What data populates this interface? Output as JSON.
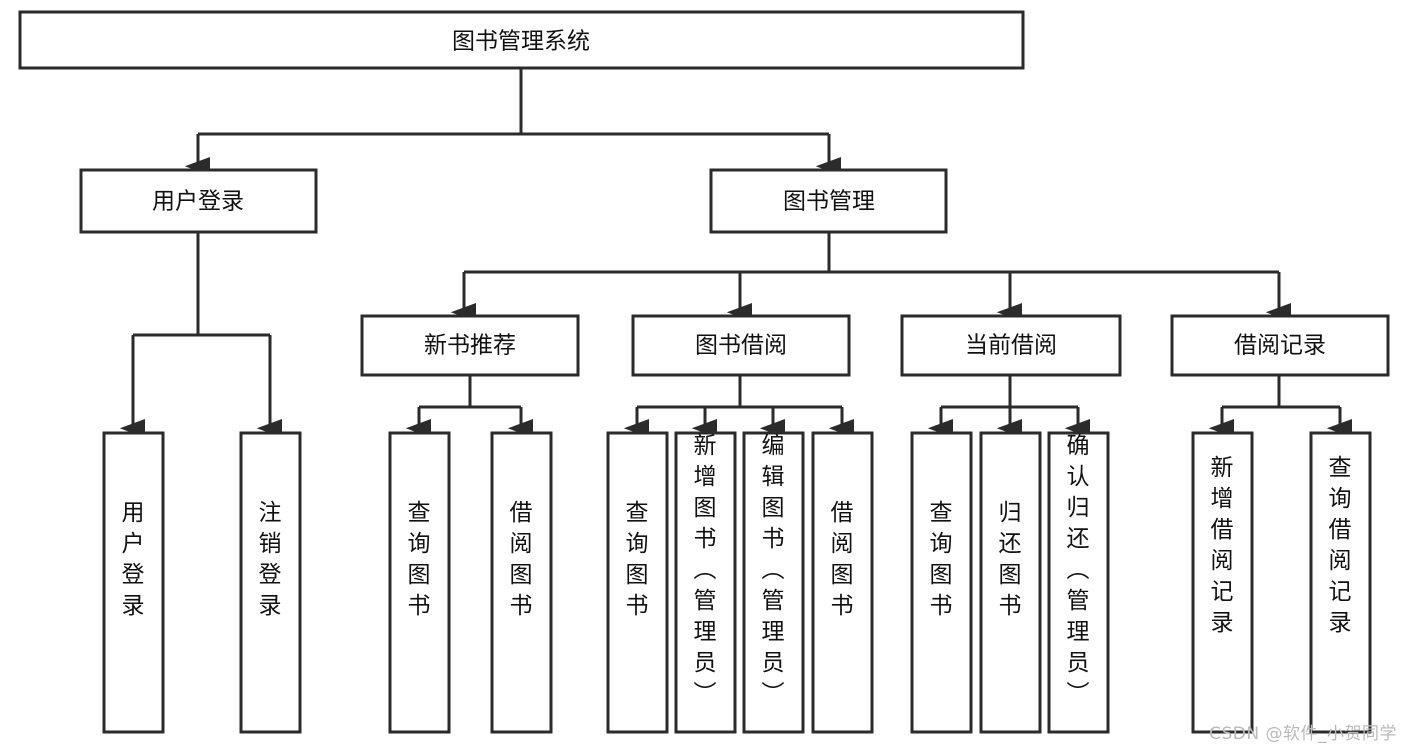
{
  "diagram": {
    "type": "tree-hierarchy-flowchart",
    "title": "图书管理系统",
    "arrow_style": "solid-filled-triangle",
    "box_fill": "#ffffff",
    "box_stroke": "#2b2b2b",
    "text_color": "#111111",
    "background": "#ffffff",
    "root": {
      "id": "root",
      "label": "图书管理系统"
    },
    "level2": [
      {
        "id": "user-login",
        "label": "用户登录"
      },
      {
        "id": "book-manage",
        "label": "图书管理"
      }
    ],
    "level3": [
      {
        "id": "new-book-recommend",
        "label": "新书推荐",
        "parent": "book-manage"
      },
      {
        "id": "book-borrow",
        "label": "图书借阅",
        "parent": "book-manage"
      },
      {
        "id": "current-borrow",
        "label": "当前借阅",
        "parent": "book-manage"
      },
      {
        "id": "borrow-record",
        "label": "借阅记录",
        "parent": "book-manage"
      }
    ],
    "leaves": [
      {
        "id": "leaf-user-login",
        "label": "用户登录",
        "parent": "user-login"
      },
      {
        "id": "leaf-user-logout",
        "label": "注销登录",
        "parent": "user-login"
      },
      {
        "id": "leaf-query-book-1",
        "label": "查询图书",
        "parent": "new-book-recommend"
      },
      {
        "id": "leaf-borrow-book-1",
        "label": "借阅图书",
        "parent": "new-book-recommend"
      },
      {
        "id": "leaf-query-book-2",
        "label": "查询图书",
        "parent": "book-borrow"
      },
      {
        "id": "leaf-add-book",
        "label": "新增图书（管理员）",
        "parent": "book-borrow"
      },
      {
        "id": "leaf-edit-book",
        "label": "编辑图书（管理员）",
        "parent": "book-borrow"
      },
      {
        "id": "leaf-borrow-book-2",
        "label": "借阅图书",
        "parent": "book-borrow"
      },
      {
        "id": "leaf-query-book-3",
        "label": "查询图书",
        "parent": "current-borrow"
      },
      {
        "id": "leaf-return-book",
        "label": "归还图书",
        "parent": "current-borrow"
      },
      {
        "id": "leaf-confirm-return",
        "label": "确认归还（管理员）",
        "parent": "current-borrow"
      },
      {
        "id": "leaf-add-record",
        "label": "新增借阅记录",
        "parent": "borrow-record"
      },
      {
        "id": "leaf-query-record",
        "label": "查询借阅记录",
        "parent": "borrow-record"
      }
    ]
  },
  "watermark": {
    "text": "CSDN @软件_小贺同学"
  }
}
